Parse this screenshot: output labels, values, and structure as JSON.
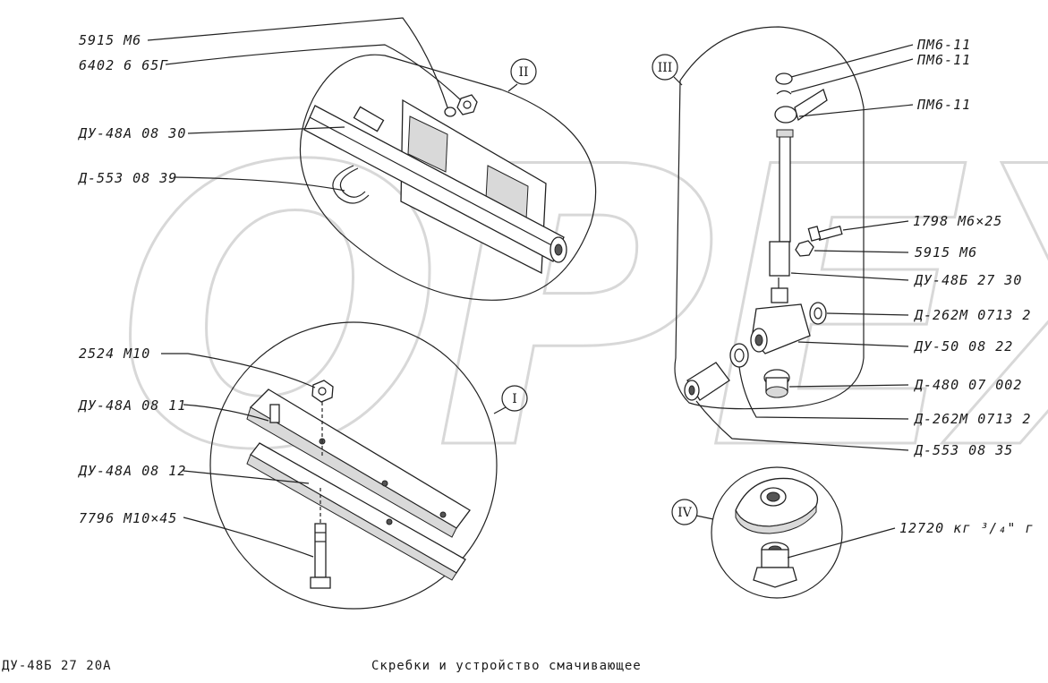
{
  "watermark": "OPEX",
  "groups": {
    "g1": "I",
    "g2": "II",
    "g3": "III",
    "g4": "IV"
  },
  "labels": {
    "l_5915_m6_top": "5915 М6",
    "l_6402": "6402 6 65Г",
    "l_du48a_0830": "ДУ-48А 08 30",
    "l_d553_0839": "Д-553 08 39",
    "l_2524": "2524 М10",
    "l_du48a_0811": "ДУ-48А 08 11",
    "l_du48a_0812": "ДУ-48А 08 12",
    "l_7796": "7796 М10×45",
    "l_pm6_1": "ПМ6-11",
    "l_pm6_2": "ПМ6-11",
    "l_pm6_3": "ПМ6-11",
    "l_1798": "1798 М6×25",
    "l_5915_m6_right": "5915 М6",
    "l_du48b_2730": "ДУ-48Б 27 30",
    "l_d262_1": "Д-262М 0713 2",
    "l_du50": "ДУ-50 08 22",
    "l_d480": "Д-480 07 002",
    "l_d262_2": "Д-262М 0713 2",
    "l_d553_0835": "Д-553 08 35",
    "l_12720": "12720 кг ³/₄\" г"
  },
  "footer": {
    "doc_code": "ДУ-48Б 27 20А",
    "caption": "Скребки и устройство смачивающее"
  }
}
